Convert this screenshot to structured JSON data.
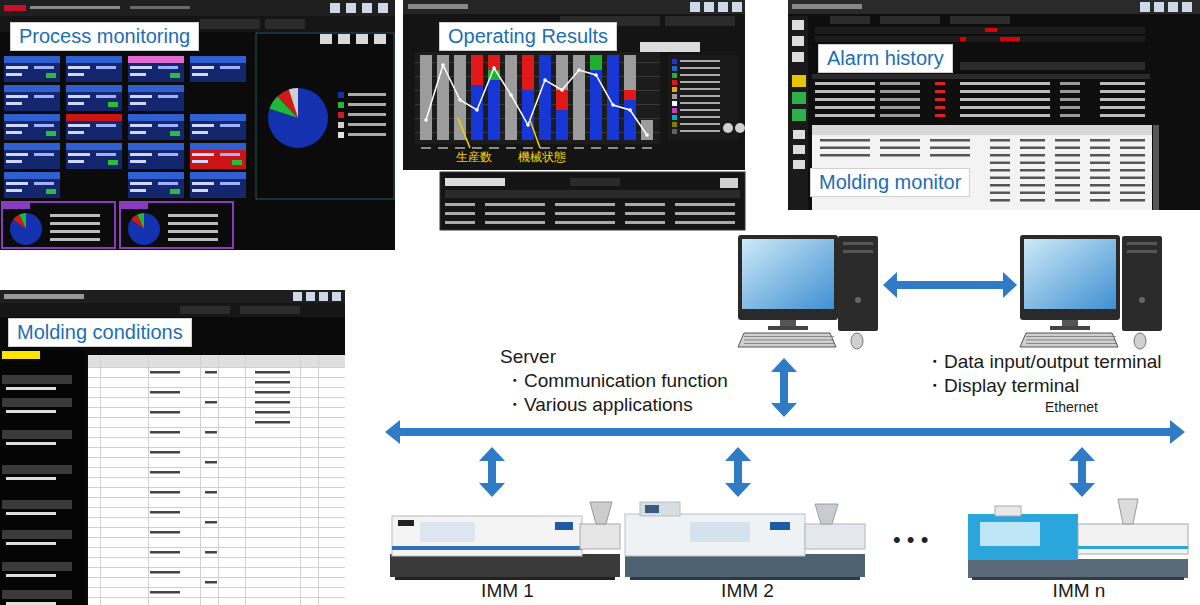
{
  "diagram": {
    "nodes": [
      {
        "text": [
          "Process monitoring"
        ]
      },
      {
        "text": [
          "Operating Results"
        ]
      },
      {
        "text": [
          "Alarm history",
          "Molding monitor"
        ]
      },
      {
        "text": [
          "Molding conditions"
        ]
      },
      {
        "text": [
          "Server",
          "・Communication function",
          "・Various applications"
        ]
      },
      {
        "text": [
          "・Data input/output terminal",
          "・Display terminal"
        ]
      },
      {
        "text": [
          "Ethernet"
        ]
      },
      {
        "text": [
          "IMM 1"
        ]
      },
      {
        "text": [
          "IMM 2"
        ]
      },
      {
        "text": [
          "IMM n"
        ]
      }
    ],
    "edges": [
      {
        "from": 4,
        "to": 5,
        "arrow": "both"
      },
      {
        "from": 4,
        "to": 6,
        "arrow": "both"
      },
      {
        "from": 6,
        "to": 7,
        "arrow": "both"
      },
      {
        "from": 6,
        "to": 8,
        "arrow": "both"
      },
      {
        "from": 6,
        "to": 9,
        "arrow": "both"
      }
    ],
    "labels": [
      "生産数",
      "機械状態",
      "• • •"
    ]
  }
}
